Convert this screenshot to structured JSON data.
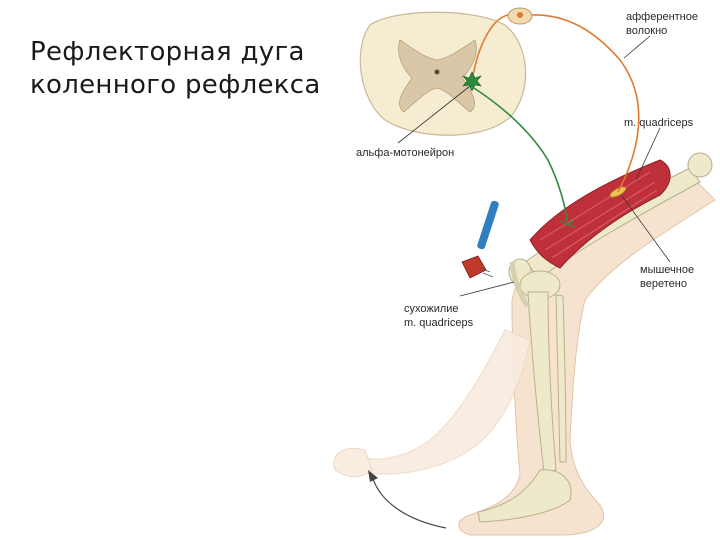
{
  "title": {
    "line1": "Рефлекторная дуга",
    "line2": "коленного рефлекса"
  },
  "labels": {
    "afferent_1": "афферентное",
    "afferent_2": "волокно",
    "quadriceps": "m. quadriceps",
    "motoneuron": "альфа-мотонейрон",
    "spindle_1": "мышечное",
    "spindle_2": "веретено",
    "tendon_1": "сухожилие",
    "tendon_2": "m. quadriceps"
  },
  "colors": {
    "afferent_fiber": "#e07a30",
    "efferent_fiber": "#2e8b3e",
    "muscle": "#c0303a",
    "skin": "#f6e3cf",
    "bone": "#efe9cc",
    "spinal_cord": "#f5ecd2",
    "hammer_handle": "#2f7fc0",
    "hammer_head": "#c0392b"
  }
}
